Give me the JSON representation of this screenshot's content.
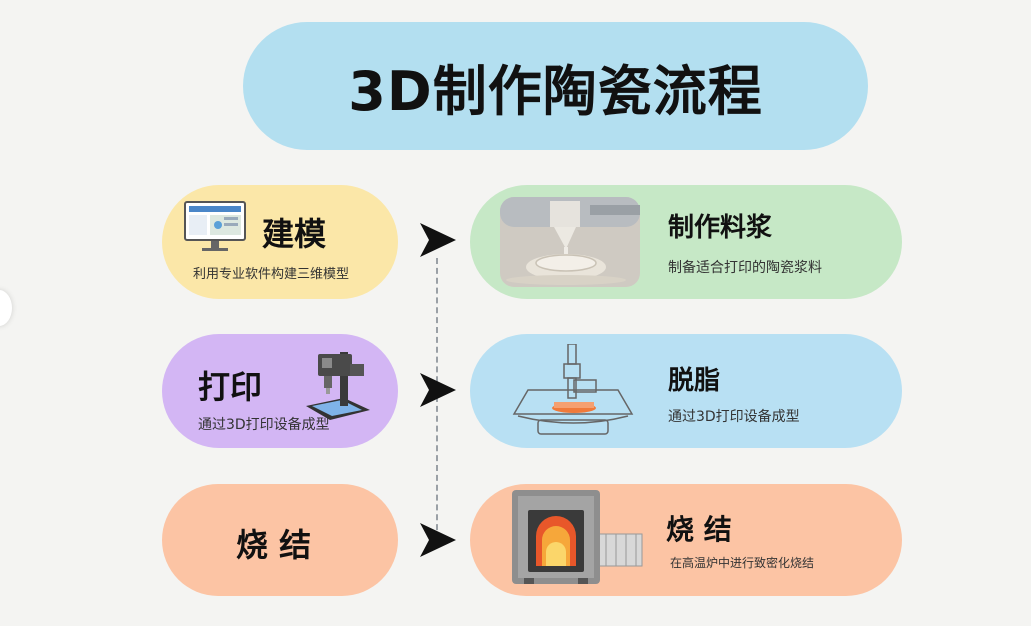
{
  "title": "3D制作陶瓷流程",
  "steps_left": [
    {
      "name": "建模",
      "desc": "利用专业软件构建三维模型"
    },
    {
      "name": "打印",
      "desc": "通过3D打印设备成型"
    },
    {
      "name": "烧 结",
      "desc": ""
    }
  ],
  "steps_right": [
    {
      "name": "制作料浆",
      "desc": "制备适合打印的陶瓷浆料"
    },
    {
      "name": "脱脂",
      "desc": "通过3D打印设备成型"
    },
    {
      "name": "烧 结",
      "desc": "在高温炉中进行致密化烧结"
    }
  ],
  "colors": {
    "title_bg": "#b3dff0",
    "model_bg": "#fbe7a8",
    "print_bg": "#d3b6f4",
    "sinter_bg": "#fcc4a4",
    "slurry_bg": "#c6e8c6",
    "debind_bg": "#b8e0f3"
  },
  "icons": [
    "monitor-icon",
    "3d-printer-icon",
    "slurry-nozzle-icon",
    "debinding-machine-icon",
    "kiln-icon",
    "arrow-right-icon"
  ]
}
